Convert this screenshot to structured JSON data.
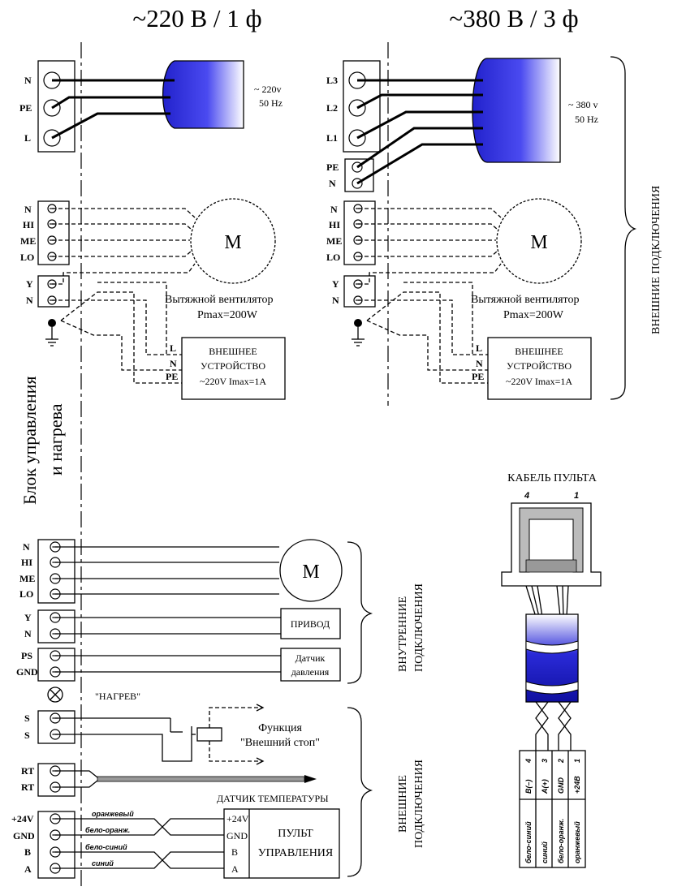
{
  "titles": {
    "single_phase": "~220 В / 1 ф",
    "three_phase": "~380 В / 3 ф"
  },
  "supply_1ph": {
    "terminals": [
      "N",
      "PE",
      "L"
    ],
    "voltage": "~ 220v",
    "freq": "50 Hz"
  },
  "supply_3ph": {
    "terminals": [
      "L3",
      "L2",
      "L1"
    ],
    "pe_terminals": [
      "PE",
      "N"
    ],
    "voltage": "~ 380 v",
    "freq": "50 Hz"
  },
  "motor_terminals": [
    "N",
    "HI",
    "ME",
    "LO"
  ],
  "yn_terminals": [
    "Y",
    "N"
  ],
  "motor_label": "M",
  "fan": {
    "name": "Вытяжной вентилятор",
    "power": "Pmax=200W"
  },
  "ext_device": {
    "pins": [
      "L",
      "N",
      "PE"
    ],
    "line1": "ВНЕШНЕЕ",
    "line2": "УСТРОЙСТВО",
    "line3": "~220V  Imax=1A"
  },
  "side_labels": {
    "external": "ВНЕШНИЕ  ПОДКЛЮЧЕНИЯ",
    "control_block_1": "Блок управления",
    "control_block_2": "и  нагрева",
    "internal_1": "ВНУТРЕННИЕ",
    "internal_2": "ПОДКЛЮЧЕНИЯ",
    "external_1": "ВНЕШНИЕ",
    "external_2": "ПОДКЛЮЧЕНИЯ"
  },
  "lower": {
    "motor_terminals": [
      "N",
      "HI",
      "ME",
      "LO"
    ],
    "drive_terminals": [
      "Y",
      "N"
    ],
    "drive_label": "ПРИВОД",
    "pressure_terminals": [
      "PS",
      "GND"
    ],
    "pressure_line1": "Датчик",
    "pressure_line2": "давления",
    "lamp_label": "\"НАГРЕВ\"",
    "stop_terminals": [
      "S",
      "S"
    ],
    "stop_line1": "Функция",
    "stop_line2": "\"Внешний стоп\"",
    "temp_terminals": [
      "RT",
      "RT"
    ],
    "temp_label": "ДАТЧИК  ТЕМПЕРАТУРЫ",
    "panel_terminals": [
      "+24V",
      "GND",
      "B",
      "A"
    ],
    "wire_colors": [
      "оранжевый",
      "бело-оранж.",
      "бело-синий",
      "синий"
    ],
    "panel_pins": [
      "+24V",
      "GND",
      "B",
      "A"
    ],
    "panel_line1": "ПУЛЬТ",
    "panel_line2": "УПРАВЛЕНИЯ"
  },
  "cable": {
    "title": "КАБЕЛЬ ПУЛЬТА",
    "pin_left": "4",
    "pin_right": "1",
    "signals": [
      "B(–)",
      "A(+)",
      "GND",
      "+24B"
    ],
    "numbers": [
      "4",
      "3",
      "2",
      "1"
    ],
    "colors": [
      "бело-синий",
      "синий",
      "бело-оранж.",
      "оранжевый"
    ]
  }
}
